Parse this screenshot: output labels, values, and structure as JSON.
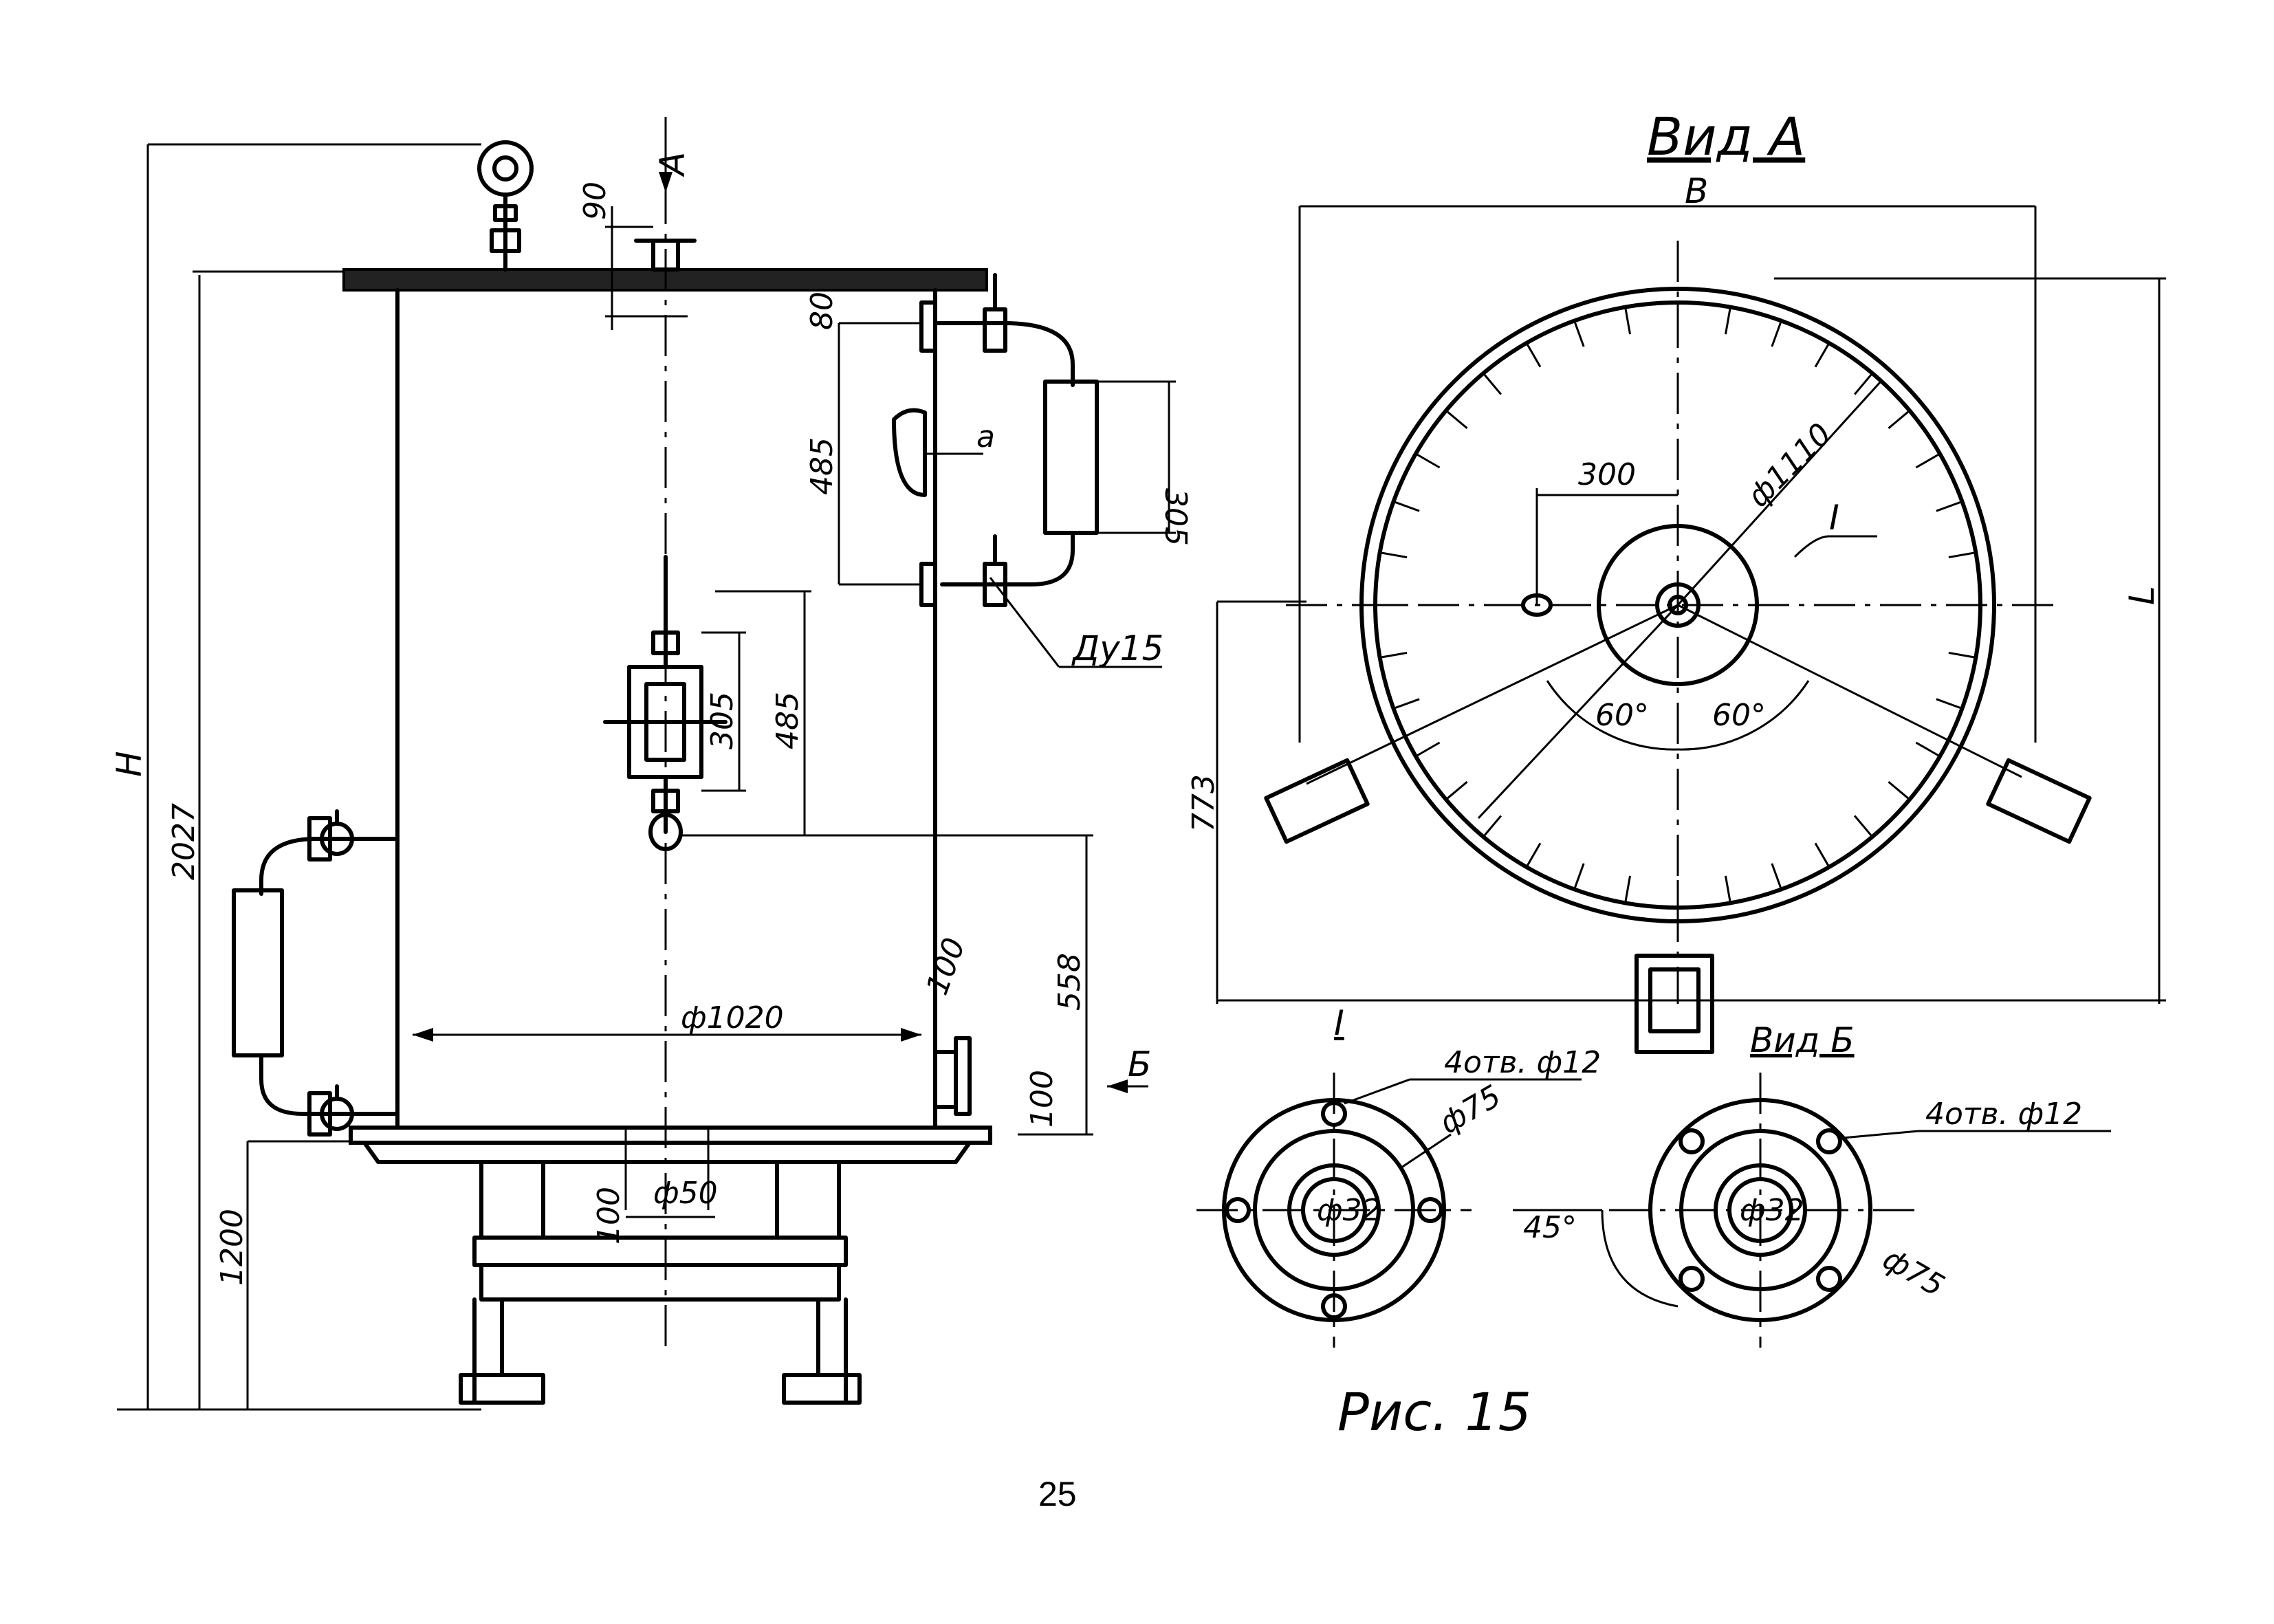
{
  "figure": {
    "caption": "Рис. 15",
    "page_number": "25"
  },
  "front_view": {
    "label_view_arrow_a": "А",
    "label_view_arrow_b": "Б",
    "dim_overall_height": "Н",
    "dim_2027": "2027",
    "dim_1200": "1200",
    "dim_90": "90",
    "dim_80": "80",
    "dim_485_top": "485",
    "dim_485_mid": "485",
    "dim_305_right": "305",
    "dim_305_center": "305",
    "dim_558": "558",
    "dim_100_side": "100",
    "dim_100_bottom": "100",
    "dim_100_drain": "100",
    "dim_d1020": "ф1020",
    "dim_d50": "ф50",
    "label_du15": "Ду15",
    "label_a": "а"
  },
  "view_a": {
    "title": "Вид А",
    "dim_b": "В",
    "dim_l": "L",
    "dim_300": "300",
    "dim_d1110": "ф1110",
    "dim_773": "773",
    "angle_left": "60°",
    "angle_right": "60°",
    "detail_mark": "I"
  },
  "detail_i": {
    "title": "I",
    "holes": "4отв. ф12",
    "d75": "ф75",
    "d32": "ф32"
  },
  "view_b": {
    "title": "Вид Б",
    "holes": "4отв. ф12",
    "d75": "ф75",
    "d32": "ф32",
    "angle": "45°"
  }
}
